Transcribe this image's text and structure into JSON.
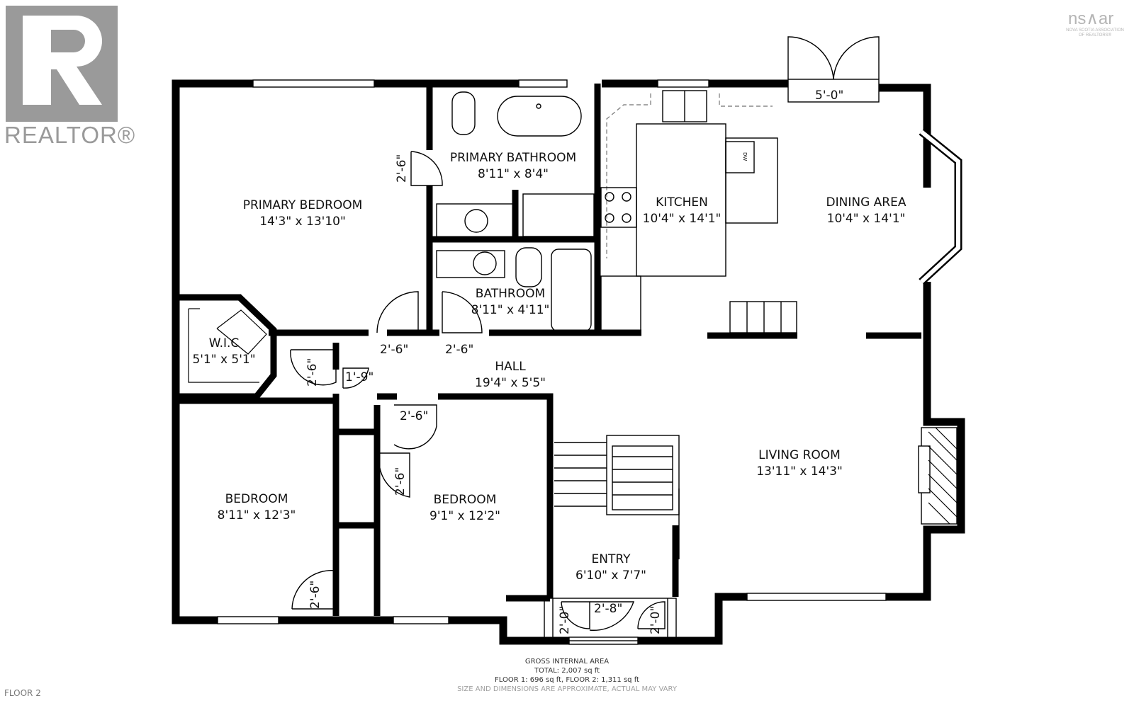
{
  "branding": {
    "realtor_word": "REALTOR®",
    "nsar_word": "ns∧ar",
    "nsar_sub": "NOVA SCOTIA ASSOCIATION OF REALTORS®"
  },
  "rooms": {
    "primary_bedroom": {
      "name": "PRIMARY BEDROOM",
      "size": "14'3\" x 13'10\""
    },
    "primary_bathroom": {
      "name": "PRIMARY BATHROOM",
      "size": "8'11\" x 8'4\""
    },
    "kitchen": {
      "name": "KITCHEN",
      "size": "10'4\" x 14'1\""
    },
    "dining": {
      "name": "DINING AREA",
      "size": "10'4\" x 14'1\""
    },
    "bathroom": {
      "name": "BATHROOM",
      "size": "8'11\" x 4'11\""
    },
    "wic": {
      "name": "W.I.C",
      "size": "5'1\" x 5'1\""
    },
    "hall": {
      "name": "HALL",
      "size": "19'4\" x 5'5\""
    },
    "living": {
      "name": "LIVING ROOM",
      "size": "13'11\" x 14'3\""
    },
    "bedroom_left": {
      "name": "BEDROOM",
      "size": "8'11\" x 12'3\""
    },
    "bedroom_mid": {
      "name": "BEDROOM",
      "size": "9'1\" x 12'2\""
    },
    "entry": {
      "name": "ENTRY",
      "size": "6'10\" x 7'7\""
    }
  },
  "doors": {
    "d_2_6": "2'-6\"",
    "d_1_9": "1'-9\"",
    "d_2_0": "2'-0\"",
    "d_2_8": "2'-8\"",
    "d_5_0": "5'-0\""
  },
  "fixtures": {
    "dishwasher": "DW"
  },
  "footer": {
    "title": "GROSS INTERNAL AREA",
    "total": "TOTAL: 2,007 sq ft",
    "floors": "FLOOR 1: 696 sq ft, FLOOR 2: 1,311 sq ft",
    "note": "SIZE AND DIMENSIONS ARE APPROXIMATE, ACTUAL MAY VARY"
  },
  "floor_label": "FLOOR 2",
  "colors": {
    "wall": "#000000",
    "logo_gray": "#9a9a9a"
  }
}
